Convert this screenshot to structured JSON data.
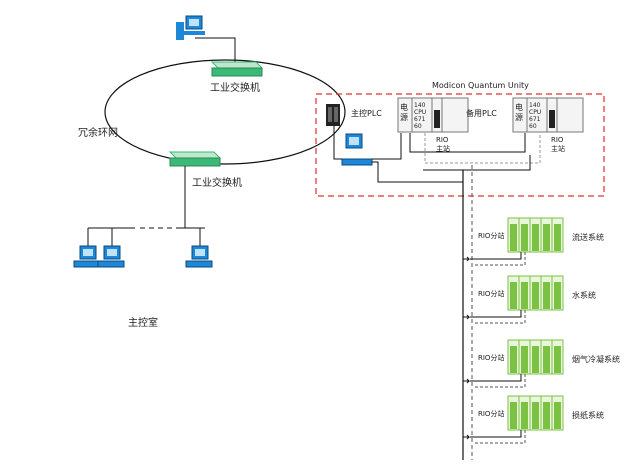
{
  "title": "Modicon Quantum Unity",
  "ring_label": "冗余环网",
  "switch_top_label": "工业交换机",
  "switch_bottom_label": "工业交换机",
  "control_room_label": "主控室",
  "main_plc": {
    "label": "主控PLC",
    "power": [
      "电",
      "源"
    ],
    "cpu": [
      "140",
      "CPU",
      "671",
      "60"
    ],
    "rio": [
      "RIO",
      "主站"
    ]
  },
  "backup_plc": {
    "label": "备用PLC",
    "power": [
      "电",
      "源"
    ],
    "cpu": [
      "140",
      "CPU",
      "671",
      "60"
    ],
    "rio": [
      "RIO",
      "主站"
    ]
  },
  "stations": [
    {
      "label": "RIO分站",
      "system": "流送系统"
    },
    {
      "label": "RIO分站",
      "system": "水系统"
    },
    {
      "label": "RIO分站",
      "system": "烟气冷凝系统"
    },
    {
      "label": "RIO分站",
      "system": "损纸系统"
    }
  ],
  "colors": {
    "box": "#e03030",
    "rack": "#7cc242",
    "pc": "#1e88d8",
    "switch": "#3cb878"
  }
}
